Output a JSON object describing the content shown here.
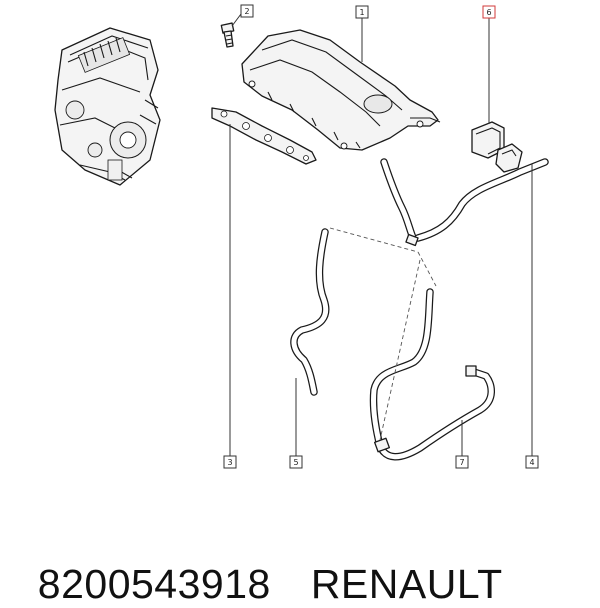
{
  "callouts": [
    {
      "label": "1",
      "highlight": false
    },
    {
      "label": "2",
      "highlight": false
    },
    {
      "label": "3",
      "highlight": false
    },
    {
      "label": "4",
      "highlight": false
    },
    {
      "label": "5",
      "highlight": false
    },
    {
      "label": "6",
      "highlight": true
    },
    {
      "label": "7",
      "highlight": false
    }
  ],
  "caption": {
    "part_number": "8200543918",
    "brand": "RENAULT"
  },
  "colors": {
    "line": "#1a1a1a",
    "highlight_box": "#d23a3a",
    "background": "#ffffff"
  }
}
